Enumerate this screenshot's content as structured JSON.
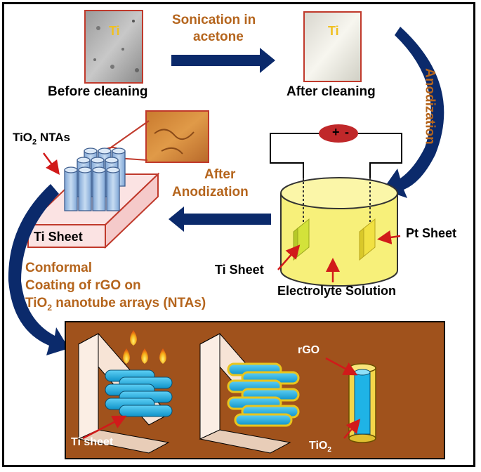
{
  "labels": {
    "before_ti": "Ti",
    "after_ti": "Ti",
    "sonication_line1": "Sonication in",
    "sonication_line2": "acetone",
    "before_cleaning": "Before cleaning",
    "after_cleaning": "After cleaning",
    "anodization": "Anodization",
    "tio2_ntas": "TiO",
    "tio2_ntas_sub": "2",
    "tio2_ntas_suffix": " NTAs",
    "after_anodization_line1": "After",
    "after_anodization_line2": "Anodization",
    "ti_sheet_box": "Ti Sheet",
    "pt_sheet": "Pt Sheet",
    "ti_sheet_beaker": "Ti Sheet",
    "electrolyte": "Electrolyte Solution",
    "plus": "+",
    "minus": "-",
    "coating_line1": "Conformal",
    "coating_line2": "Coating of rGO on",
    "coating_line3_a": "TiO",
    "coating_line3_sub": "2",
    "coating_line3_b": " nanotube arrays (NTAs)",
    "ti_sheet_bottom": "Ti sheet",
    "rgo": "rGO",
    "tio2_bottom": "TiO",
    "tio2_bottom_sub": "2"
  },
  "colors": {
    "arrow_navy": "#0b2a6b",
    "brown_text": "#b5651d",
    "bottom_panel": "#a0521c",
    "tube_blue": "#1fb3e6",
    "beaker_yellow": "#f7f07a",
    "box_red": "#c0392b"
  }
}
